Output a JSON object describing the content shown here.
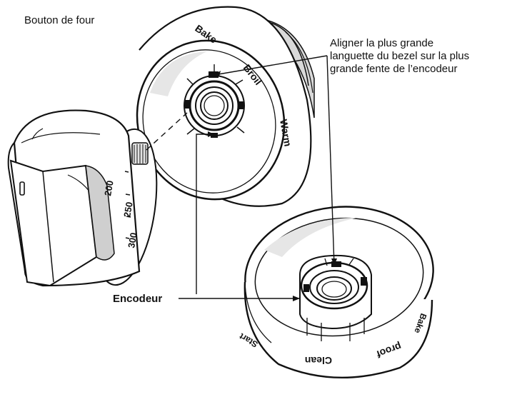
{
  "title": "Bouton de four",
  "align_note": [
    "Aligner la plus grande",
    "languette du bezel sur la plus",
    "grande fente de l’encodeur"
  ],
  "encoder_label": "Encodeur",
  "bezel_marks": [
    "Bake",
    "Broil",
    "Warm"
  ],
  "knob_marks": [
    "200",
    "250",
    "300"
  ],
  "base_marks": [
    "proof",
    "Clean",
    "Start",
    "Bake"
  ]
}
